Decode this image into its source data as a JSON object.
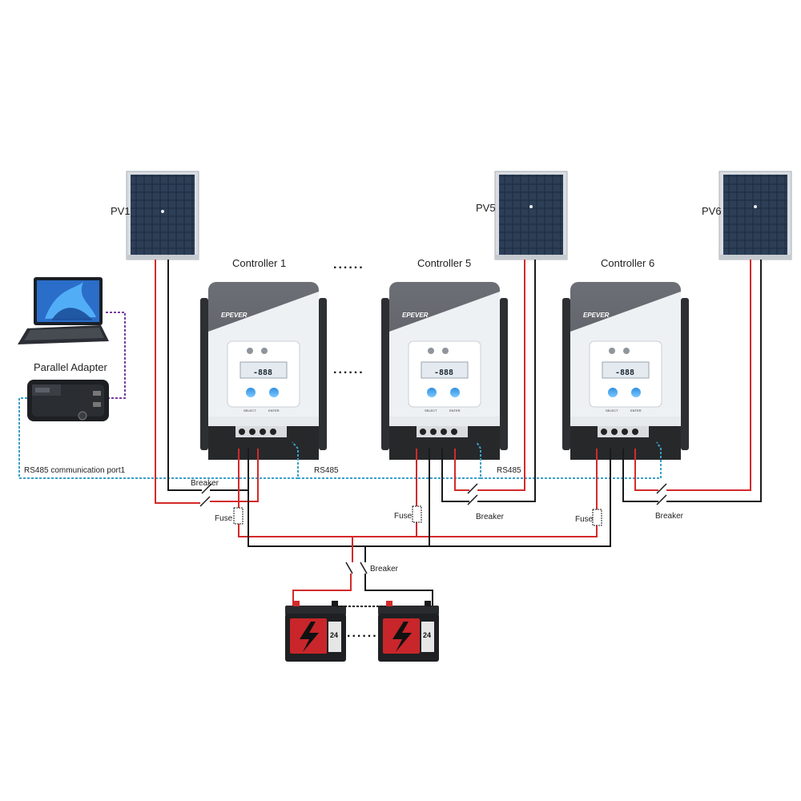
{
  "pv_panels": [
    "PV1",
    "PV5",
    "PV6"
  ],
  "controllers": {
    "labels": [
      "Controller 1",
      "Controller 5",
      "Controller 6"
    ],
    "brand": "EPEVER",
    "display_text": "-888",
    "button_labels": [
      "SELECT",
      "ENTER"
    ]
  },
  "parallel_adapter": {
    "label": "Parallel Adapter"
  },
  "communication": {
    "port_label": "RS485 communication port1",
    "rs485_label": "RS485"
  },
  "protection": {
    "breaker_label": "Breaker",
    "fuse_label": "Fuse"
  },
  "batteries": {
    "voltage_label": "24",
    "count_shown": 2
  },
  "ellipsis": "......",
  "colors": {
    "positive_wire": "#d42a2a",
    "negative_wire": "#1a1a1a",
    "rs485_line": "#3aa0c8",
    "usb_line": "#7a3fa0",
    "controller_body": "#5a5d63",
    "controller_face": "#eceff2",
    "battery_red": "#c8262a"
  }
}
